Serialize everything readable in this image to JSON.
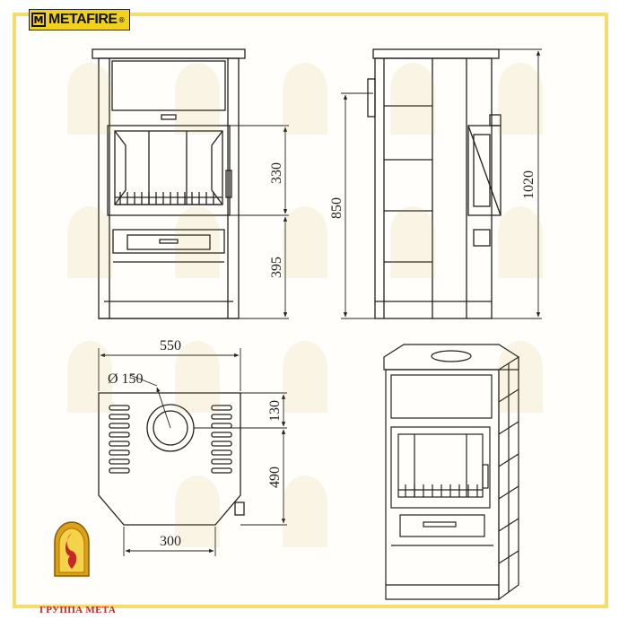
{
  "brand": {
    "name": "METAFIRE",
    "registered": "®"
  },
  "dimensions": {
    "firebox_opening": "330",
    "lower_section": "395",
    "front_height": "850",
    "total_height": "1020",
    "width": "550",
    "flue_diameter": "Ø 150",
    "flue_offset": "130",
    "depth": "490",
    "front_width": "300"
  },
  "footer": {
    "group_name": "ГРУППА МЕТА"
  },
  "colors": {
    "frame": "#f6dc6a",
    "logo_bg": "#f2d11b",
    "line": "#222222",
    "emblem": "#d8a21a"
  }
}
